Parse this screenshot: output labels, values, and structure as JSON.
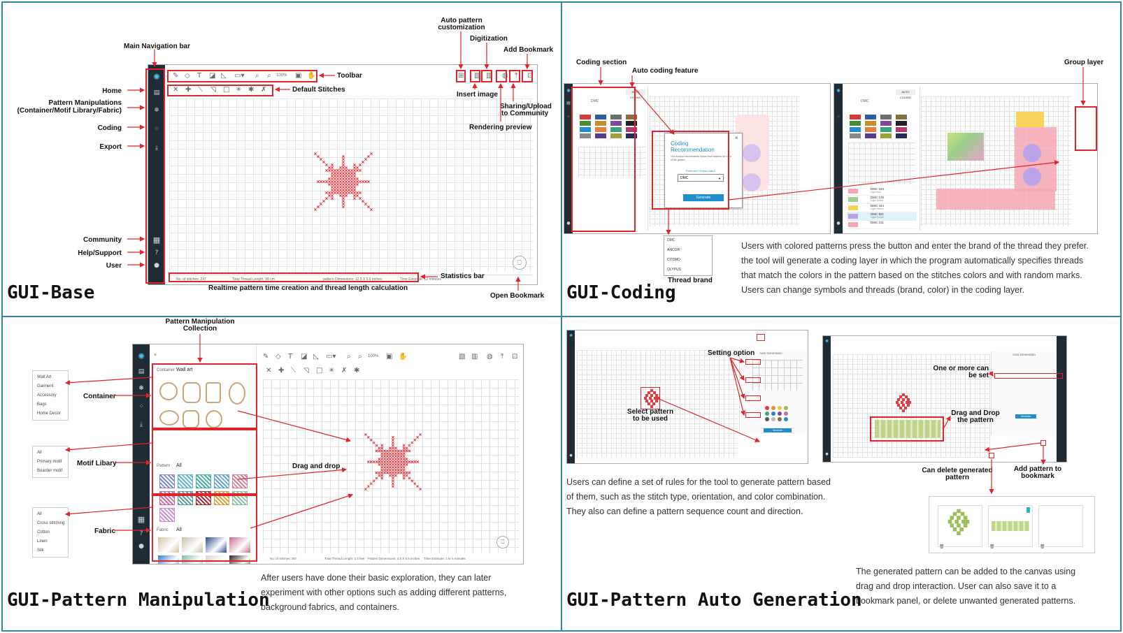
{
  "q1": {
    "title": "GUI-Base",
    "labels": {
      "main_nav": "Main Navigation bar",
      "home": "Home",
      "pattern_manip_1": "Pattern Manipulations",
      "pattern_manip_2": "(Container/Motif Library/Fabric)",
      "coding": "Coding",
      "export": "Export",
      "community": "Community",
      "help": "Help/Support",
      "user": "User",
      "toolbar": "Toolbar",
      "default_stitches": "Default Stitches",
      "auto_pattern_1": "Auto pattern",
      "auto_pattern_2": "customization",
      "digitization": "Digitization",
      "add_bookmark": "Add Bookmark",
      "insert_image": "Insert image",
      "sharing_1": "Sharing/Upload",
      "sharing_2": "to Community",
      "rendering_preview": "Rendering preview",
      "statistics_bar": "Statistics bar",
      "realtime": "Realtime pattern time creation and thread length calculation",
      "open_bookmark": "Open Bookmark"
    },
    "zoom": "100%",
    "stats": {
      "stitches": "No. of stitches: 247",
      "thread": "Total Thread Length: 98 cm",
      "dimensions": "pattern Dimensions: 12.9 X 6.6 inches",
      "time": "Time Estimate: 12 minutes"
    }
  },
  "q2": {
    "title": "GUI-Coding",
    "labels": {
      "coding_section": "Coding section",
      "auto_coding": "Auto coding feature",
      "group_layer": "Group layer",
      "thread_brand": "Thread brand"
    },
    "dialog": {
      "title_1": "Coding",
      "title_2": "Recommendation",
      "body": "This function recommends thread that matches the color of the pattern.",
      "field_label": "Preferred Thread brand",
      "field_value": "DMC",
      "button": "Generate"
    },
    "brand_options": [
      "DMC",
      "ANCOR",
      "COSMO",
      "OLYPUS"
    ],
    "brand_field": "DMC",
    "auto_coding_btn": "AUTO CODING",
    "description": "Users with colored patterns press the button and enter the brand of the thread they prefer. the tool will generate a coding layer in which the program automatically specifies threads that match the colors in the pattern  based on the stitches colors and with random marks. Users can change symbols and threads (brand, color) in the coding layer.",
    "thread_rows": [
      {
        "code": "DMC  334",
        "sub": "Light blue"
      },
      {
        "code": "DMC  125",
        "sub": "Light Green"
      },
      {
        "code": "DMC  444",
        "sub": "Light Yellow"
      },
      {
        "code": "DMC  821",
        "sub": "Light Purple"
      },
      {
        "code": "DMC  311",
        "sub": ""
      }
    ]
  },
  "q3": {
    "title": "GUI-Pattern Manipulation",
    "labels": {
      "collection_1": "Pattern Manipulation",
      "collection_2": "Collection",
      "container": "Container",
      "motif": "Motif Libary",
      "fabric": "Fabric",
      "drag_drop": "Drag and drop"
    },
    "container_list": [
      "Wall Art",
      "Garment",
      "Accessory",
      "Bags",
      "Home Decor"
    ],
    "motif_list": [
      "All",
      "Primary motif",
      "Boarder motif"
    ],
    "fabric_list": [
      "All",
      "Cross stitching",
      "Cotton",
      "Linen",
      "Silk"
    ],
    "panel": {
      "container_tab": "Container",
      "container_sel": "Wall art",
      "pattern_tab": "Pattern",
      "pattern_sel": "All",
      "fabric_tab": "Fabric",
      "fabric_sel": "All"
    },
    "stats": {
      "stitches": "No. of stitches: 267",
      "thread": "Total Thread Length: 2.4 feet",
      "dimensions": "Pattern Dimensions: 4.5 X 5.5 inches",
      "time": "Time Estimate: 1 hr 5 minutes"
    },
    "description": "After users have done their basic exploration, they can later experiment with other options such as adding different patterns, background fabrics, and containers."
  },
  "q4": {
    "title": "GUI-Pattern Auto Generation",
    "labels": {
      "setting_option": "Setting option",
      "select_pattern_1": "Select pattern",
      "select_pattern_2": "to be used",
      "one_or_more_1": "One or more can",
      "one_or_more_2": "be set",
      "drag_drop_1": "Drag and Drop",
      "drag_drop_2": "the pattern",
      "can_delete_1": "Can delete generated",
      "can_delete_2": "pattern",
      "add_bookmark_1": "Add pattern to",
      "add_bookmark_2": "bookmark"
    },
    "panel_title": "Auto Generation",
    "generate_btn": "Generate",
    "description_1": "Users can define a set of rules for the tool to generate pattern based of them, such as the stitch type, orientation, and color combination. They also can define a pattern sequence count and direction.",
    "description_2": "The generated pattern can be added to the canvas using drag and drop interaction. User can also save it to a bookmark panel, or delete unwanted generated patterns."
  },
  "colors": {
    "annotation": "#e0242a",
    "border": "#2f84a8",
    "sidebar": "#1f2b35",
    "pattern_red": "#e53a3f",
    "pattern_green": "#9bbf55",
    "accent_blue": "#1e8fcc"
  }
}
